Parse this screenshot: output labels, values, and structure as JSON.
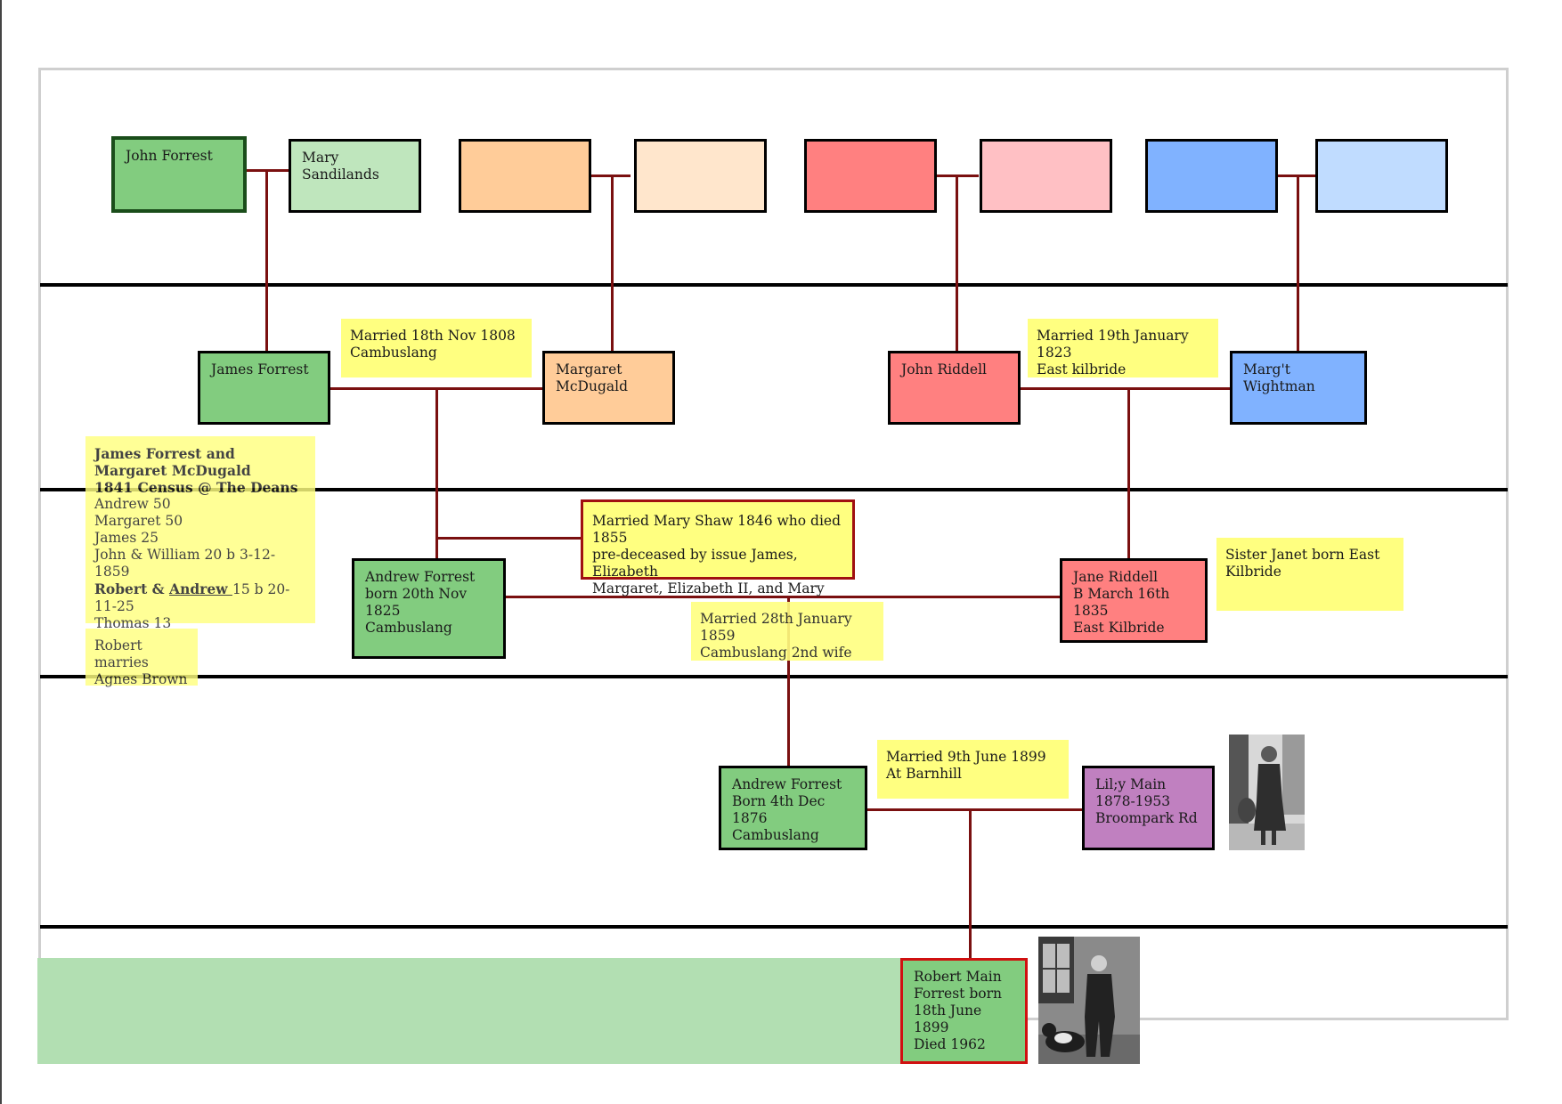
{
  "colors": {
    "connector": "#7a1010",
    "note": "#ffff80",
    "forrest_green": "#82cc7f",
    "forrest_green_light": "#bfe6bd",
    "mcdugald_orange": "#ffcc99",
    "mcdugald_orange_light": "#ffe6cc",
    "riddell_red": "#ff8080",
    "riddell_red_light": "#ffc0c4",
    "wightman_blue": "#80b2ff",
    "wightman_blue_light": "#c0dcff",
    "main_purple": "#c080c0"
  },
  "people": {
    "john_forrest": "John Forrest",
    "mary_sandilands": "Mary Sandilands",
    "james_forrest": "James Forrest",
    "margaret_mcdugald": [
      "Margaret",
      "McDugald"
    ],
    "john_riddell": "John Riddell",
    "margt_wightman": "Marg't Wightman",
    "andrew_forrest_1825": [
      "Andrew Forrest",
      "born 20th Nov 1825",
      "Cambuslang"
    ],
    "jane_riddell": [
      "Jane Riddell",
      "B March 16th 1835",
      "East Kilbride"
    ],
    "andrew_forrest_1876": [
      "Andrew Forrest",
      "Born 4th Dec 1876",
      "Cambuslang"
    ],
    "lily_main": [
      "Lil;y Main",
      "1878-1953",
      "Broompark Rd"
    ],
    "robert_main_forrest": [
      "Robert Main",
      "Forrest born",
      "18th June 1899",
      "Died 1962"
    ]
  },
  "notes": {
    "married_1808": [
      "Married 18th Nov 1808",
      "Cambuslang"
    ],
    "married_1823": [
      "Married 19th January 1823",
      "East kilbride"
    ],
    "census_title": "James Forrest and Margaret McDugald",
    "census_subtitle": "1841 Census @ The Deans",
    "census_lines": [
      "Andrew 50",
      "Margaret 50",
      "James 25",
      "John & William 20 b 3-12-1859"
    ],
    "census_robert_pre": "Robert & ",
    "census_andrew": "Andrew ",
    "census_robert_post": "15 b 20-11-25",
    "census_thomas": "Thomas 13",
    "robert_marries": [
      "Robert marries",
      "Agnes Brown"
    ],
    "mary_shaw": [
      "Married Mary Shaw 1846 who died 1855",
      "pre-deceased by issue James, Elizabeth",
      "Margaret, Elizabeth II, and Mary"
    ],
    "married_1859": [
      "Married 28th January 1859",
      "Cambuslang 2nd wife"
    ],
    "sister_janet": [
      "Sister Janet born East",
      "Kilbride"
    ],
    "married_1899": [
      "Married 9th June 1899",
      "At Barnhill"
    ]
  },
  "icons": {
    "photo_lily": "woman-portrait-photo",
    "photo_robert": "man-with-dog-photo"
  }
}
